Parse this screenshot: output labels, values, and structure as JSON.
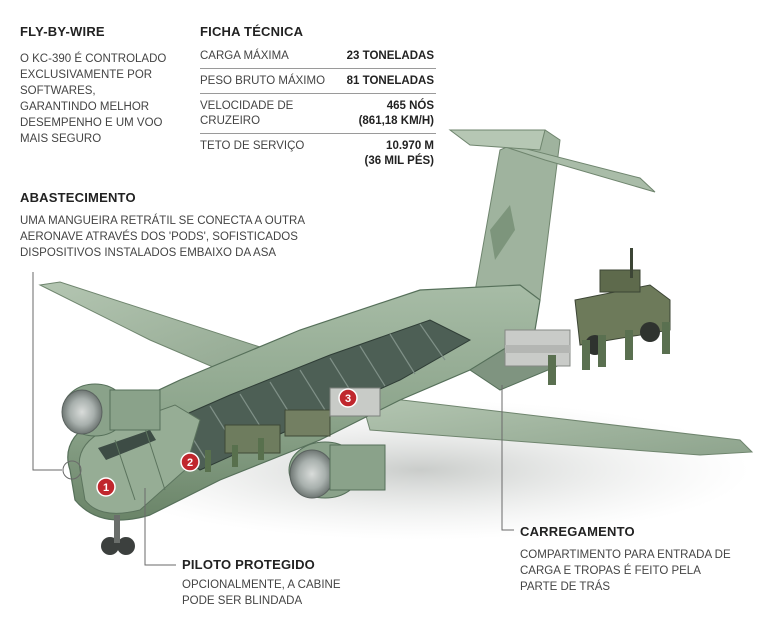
{
  "fly_by_wire": {
    "title": "FLY-BY-WIRE",
    "body": "O KC-390 É CONTROLADO EXCLUSIVAMENTE POR SOFTWARES, GARANTINDO MELHOR DESEMPENHO E UM VOO MAIS SEGURO"
  },
  "ficha_tecnica": {
    "title": "FICHA TÉCNICA",
    "rows": [
      {
        "label": "CARGA MÁXIMA",
        "value": "23 TONELADAS",
        "sub": ""
      },
      {
        "label": "PESO BRUTO MÁXIMO",
        "value": "81 TONELADAS",
        "sub": ""
      },
      {
        "label": "VELOCIDADE DE CRUZEIRO",
        "value": "465 NÓS",
        "sub": "(861,18 KM/H)"
      },
      {
        "label": "TETO DE SERVIÇO",
        "value": "10.970 M",
        "sub": "(36 MIL PÉS)"
      }
    ]
  },
  "abastecimento": {
    "title": "ABASTECIMENTO",
    "body": "UMA MANGUEIRA RETRÁTIL SE CONECTA A OUTRA AERONAVE ATRAVÉS DOS 'PODS', SOFISTICADOS DISPOSITIVOS INSTALADOS EMBAIXO DA ASA"
  },
  "piloto_protegido": {
    "title": "PILOTO PROTEGIDO",
    "body": "OPCIONALMENTE, A CABINE PODE SER BLINDADA"
  },
  "carregamento": {
    "title": "CARREGAMENTO",
    "body": "COMPARTIMENTO PARA ENTRADA DE CARGA E TROPAS É FEITO PELA PARTE DE TRÁS"
  },
  "markers": [
    "1",
    "2",
    "3"
  ],
  "colors": {
    "fuselage": "#8fa88f",
    "fuselage_dark": "#5f7a62",
    "marker": "#c0272d",
    "leader_line": "#6a6a6a"
  }
}
